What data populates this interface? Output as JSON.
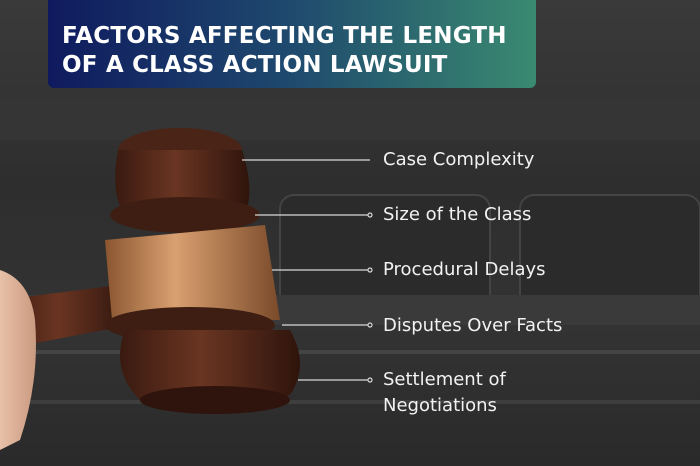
{
  "title_line1": "FACTORS AFFECTING THE LENGTH",
  "title_line2": "OF A CLASS ACTION LAWSUIT",
  "factors": [
    {
      "label": "Case Complexity"
    },
    {
      "label": "Size of the Class"
    },
    {
      "label": "Procedural Delays"
    },
    {
      "label": "Disputes Over Facts"
    },
    {
      "label_line1": "Settlement of",
      "label_line2": "Negotiations"
    }
  ],
  "colors": {
    "title_gradient_start": "#0f1a5e",
    "title_gradient_end": "#3a8a70",
    "wood": "#5a2e1e",
    "brass": "#c58a55"
  }
}
